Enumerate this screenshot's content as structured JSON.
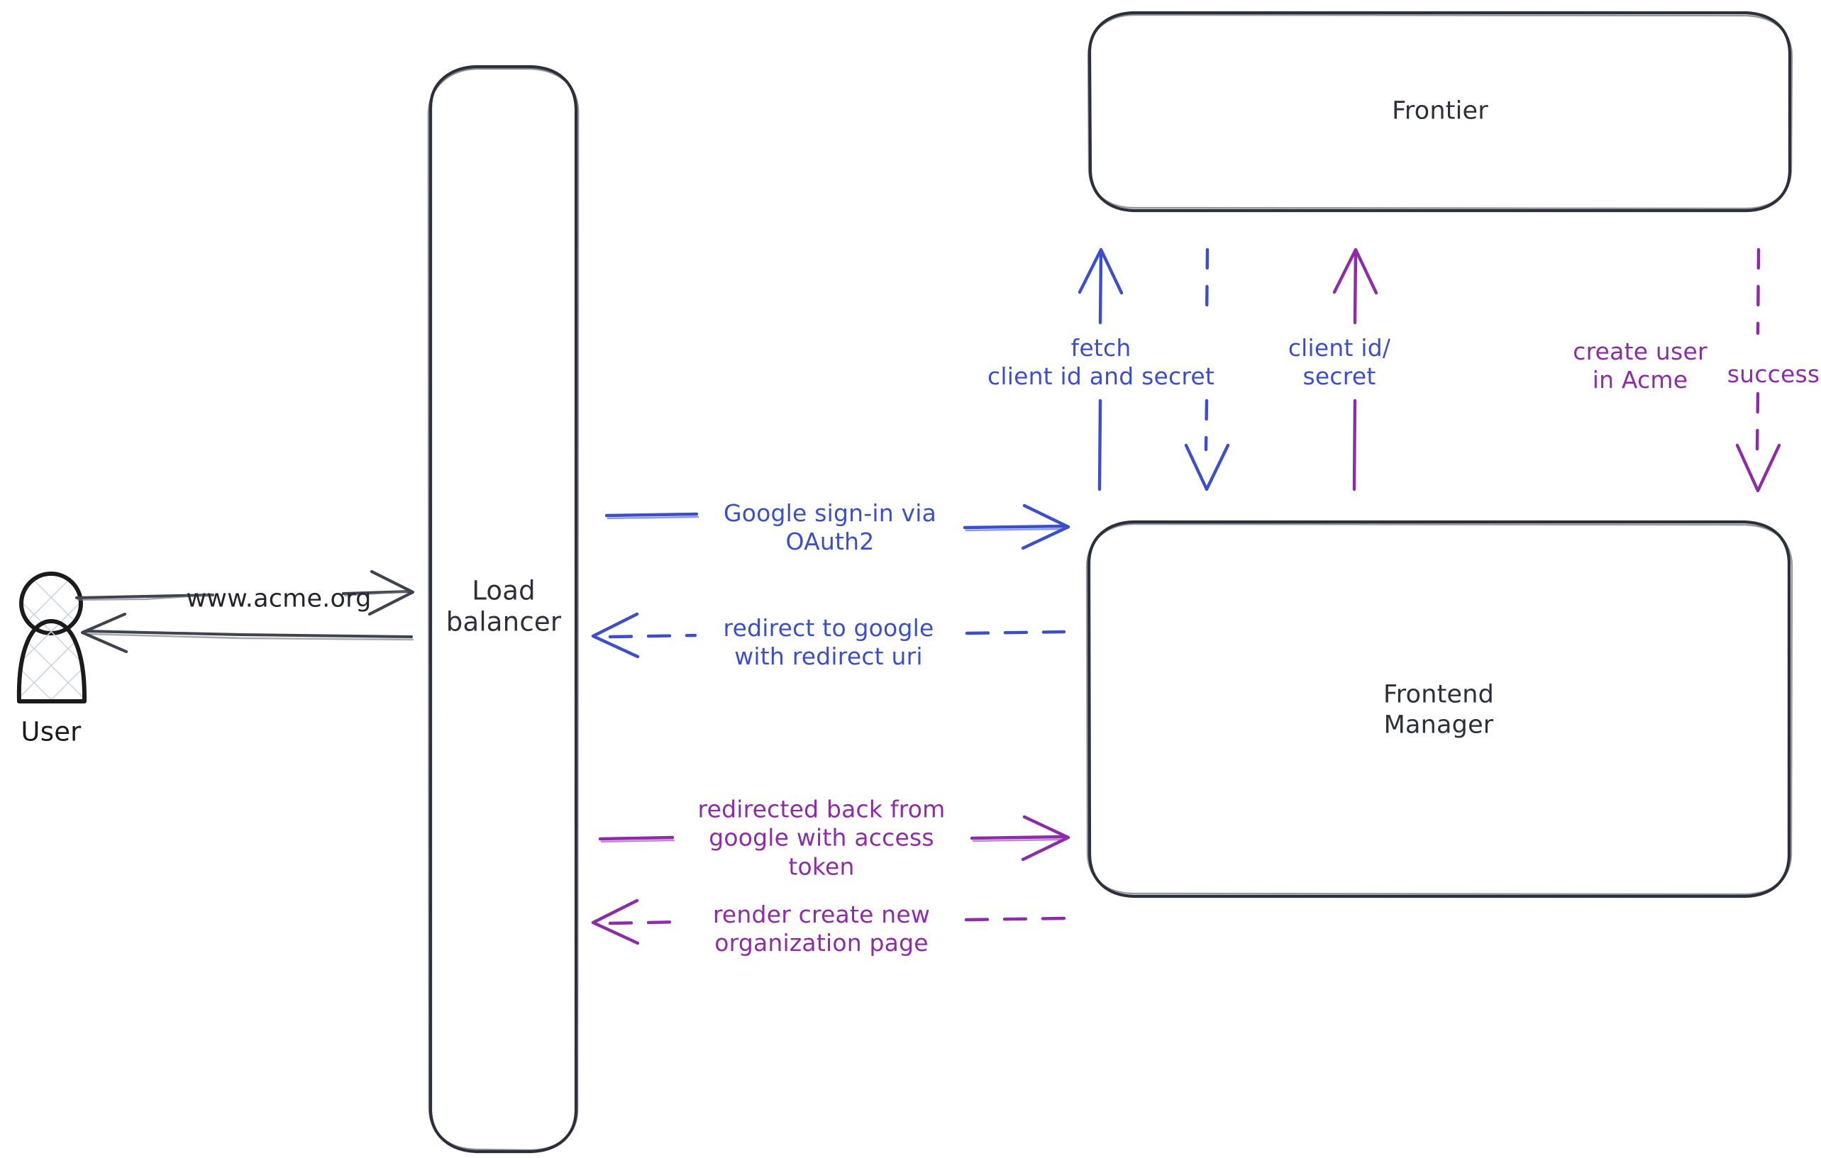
{
  "diagram": {
    "title": "OAuth2 sign-in sequence diagram",
    "background": "#ffffff",
    "colors": {
      "stroke_dark": "#2b303b",
      "blue": "#3b4ecb",
      "purple": "#8e2ba9",
      "actor": "#1b1b1b",
      "hatch": "#c9d3e0"
    }
  },
  "actors": [
    {
      "id": "user",
      "icon": "person-icon",
      "label": "User"
    }
  ],
  "nodes": [
    {
      "id": "load-balancer",
      "label": "Load\nbalancer",
      "line1": "Load",
      "line2": "balancer",
      "shape": "rounded-rectangle"
    },
    {
      "id": "frontier",
      "label": "Frontier",
      "shape": "rounded-rectangle"
    },
    {
      "id": "frontend-manager",
      "label": "Frontend\nManager",
      "line1": "Frontend",
      "line2": "Manager",
      "shape": "rounded-rectangle"
    }
  ],
  "edges": [
    {
      "id": "user-to-lb",
      "from": "user",
      "to": "load-balancer",
      "label": "www.acme.org",
      "style": "solid",
      "color": "#23262e",
      "direction": "right"
    },
    {
      "id": "lb-to-user",
      "from": "load-balancer",
      "to": "user",
      "label": "",
      "style": "solid",
      "color": "#23262e",
      "direction": "left"
    },
    {
      "id": "lb-to-fm-signin",
      "from": "load-balancer",
      "to": "frontend-manager",
      "label": "Google sign-in via\nOAuth2",
      "line1": "Google sign-in via",
      "line2": "OAuth2",
      "style": "solid",
      "color": "#3b4ecb",
      "direction": "right"
    },
    {
      "id": "fm-to-lb-redirect",
      "from": "frontend-manager",
      "to": "load-balancer",
      "label": "redirect to google\nwith redirect uri",
      "line1": "redirect to google",
      "line2": "with redirect uri",
      "style": "dashed",
      "color": "#3b4ecb",
      "direction": "left"
    },
    {
      "id": "lb-to-fm-token",
      "from": "load-balancer",
      "to": "frontend-manager",
      "label": "redirected back from\ngoogle with access\ntoken",
      "line1": "redirected back from",
      "line2": "google with access",
      "line3": "token",
      "style": "solid",
      "color": "#8e2ba9",
      "direction": "right"
    },
    {
      "id": "fm-to-lb-render",
      "from": "frontend-manager",
      "to": "load-balancer",
      "label": "render create new\norganization page",
      "line1": "render create new",
      "line2": "organization page",
      "style": "dashed",
      "color": "#8e2ba9",
      "direction": "left"
    },
    {
      "id": "fm-to-frontier-fetch",
      "from": "frontend-manager",
      "to": "frontier",
      "label": "fetch\nclient id and secret",
      "line1": "fetch",
      "line2": "client id and secret",
      "style": "solid",
      "color": "#3b4ecb",
      "direction": "up"
    },
    {
      "id": "frontier-to-fm-creds",
      "from": "frontier",
      "to": "frontend-manager",
      "label": "client id/\nsecret",
      "line1": "client id/",
      "line2": "secret",
      "style": "dashed",
      "color": "#3b4ecb",
      "direction": "down"
    },
    {
      "id": "fm-to-frontier-createuser",
      "from": "frontend-manager",
      "to": "frontier",
      "label": "create user\nin Acme",
      "line1": "create user",
      "line2": "in Acme",
      "style": "solid",
      "color": "#8e2ba9",
      "direction": "up"
    },
    {
      "id": "frontier-to-fm-success",
      "from": "frontier",
      "to": "frontend-manager",
      "label": "success",
      "style": "dashed",
      "color": "#8e2ba9",
      "direction": "down"
    }
  ]
}
